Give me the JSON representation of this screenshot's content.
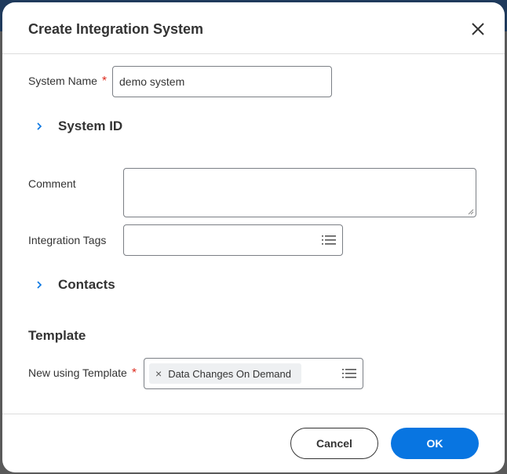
{
  "dialog": {
    "title": "Create Integration System",
    "close_icon": "close-icon"
  },
  "form": {
    "system_name": {
      "label": "System Name",
      "required_mark": "*",
      "value": "demo system"
    },
    "system_id": {
      "label": "System ID",
      "icon": "chevron-right-icon"
    },
    "comment": {
      "label": "Comment",
      "value": ""
    },
    "integration_tags": {
      "label": "Integration Tags",
      "value": "",
      "icon": "list-icon"
    },
    "contacts": {
      "label": "Contacts",
      "icon": "chevron-right-icon"
    },
    "template_heading": "Template",
    "new_using_template": {
      "label": "New using Template",
      "required_mark": "*",
      "chip": "Data Changes On Demand",
      "chip_remove": "×",
      "icon": "list-icon"
    }
  },
  "footer": {
    "cancel_label": "Cancel",
    "ok_label": "OK"
  },
  "colors": {
    "accent": "#0875e1",
    "required": "#de2e21",
    "header_bar": "#1f3a5c"
  }
}
